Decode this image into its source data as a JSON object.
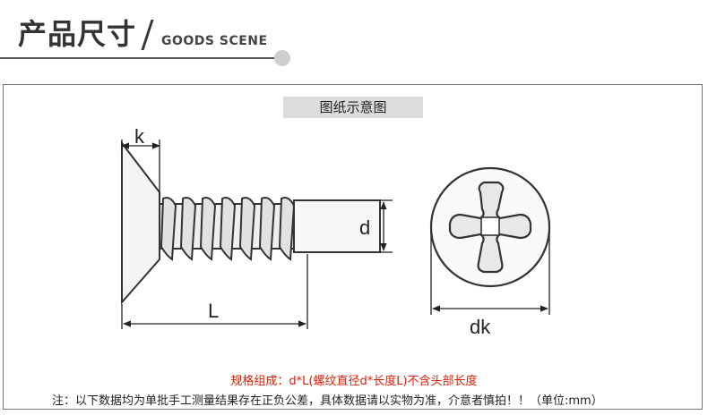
{
  "header": {
    "title": "产品尺寸",
    "subtitle": "GOODS SCENE"
  },
  "drawing": {
    "label": "图纸示意图",
    "dim_k": "k",
    "dim_d": "d",
    "dim_L": "L",
    "dim_dk": "dk"
  },
  "spec_text": "规格组成：d*L(螺纹直径d*长度L)不含头部长度",
  "note_text": "注：以下数据均为单批手工测量结果存在正负公差，具体数据请以实物为准，介意者慎拍！！（单位:mm）",
  "colors": {
    "spec": "#d81e06",
    "label_bg": "#dcdcdc"
  }
}
